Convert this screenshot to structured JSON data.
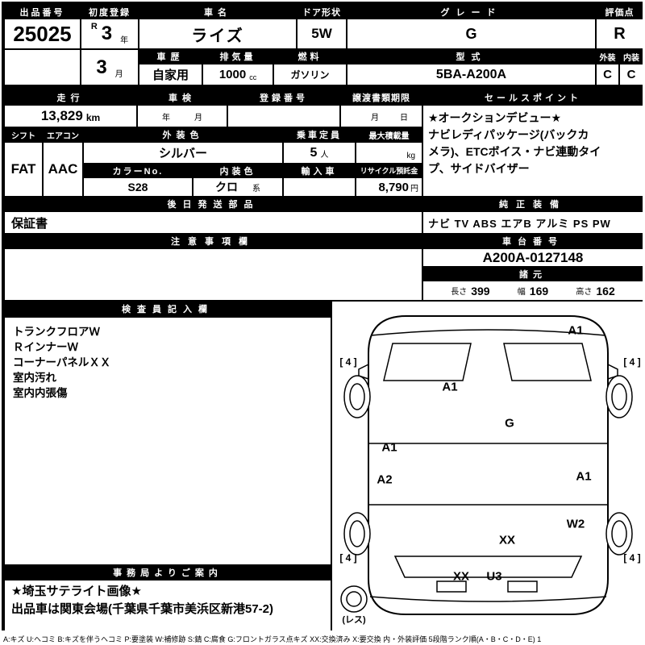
{
  "top": {
    "lot_label": "出品番号",
    "lot": "25025",
    "first_reg_label": "初度登録",
    "era": "R",
    "year": "3",
    "year_unit": "年",
    "month": "3",
    "month_unit": "月",
    "name_label": "車名",
    "name": "ライズ",
    "door_label": "ドア形状",
    "door": "5W",
    "grade_label": "グレード",
    "grade": "G",
    "score_label": "評価点",
    "score": "R",
    "history_label": "車歴",
    "history": "自家用",
    "disp_label": "排気量",
    "disp": "1000",
    "disp_unit": "cc",
    "fuel_label": "燃料",
    "fuel": "ガソリン",
    "model_label": "型式",
    "model": "5BA-A200A",
    "ext_label": "外装",
    "int_label": "内装",
    "ext_score": "C",
    "int_score": "C"
  },
  "mid": {
    "mileage_label": "走行",
    "mileage": "13,829",
    "mileage_unit": "km",
    "shaken_label": "車検",
    "shaken_year": "年",
    "shaken_month": "月",
    "regno_label": "登録番号",
    "transfer_label": "譲渡書類期限",
    "transfer_month": "月",
    "transfer_day": "日",
    "sales_label": "セールスポイント",
    "sales_lines": [
      "★オークションデビュー★",
      "ナビレディパッケージ(バックカ",
      "メラ)、ETCボイス・ナビ連動タイ",
      "プ、サイドバイザー"
    ],
    "shift_label": "シフト",
    "shift": "FAT",
    "ac_label": "エアコン",
    "ac": "AAC",
    "ext_color_label": "外装色",
    "ext_color": "シルバー",
    "capacity_label": "乗車定員",
    "capacity": "5",
    "capacity_unit": "人",
    "maxload_label": "最大積載量",
    "maxload_unit": "kg",
    "colorno_label": "カラーNo.",
    "colorno": "S28",
    "int_color_label": "内装色",
    "int_color": "クロ",
    "int_color_suffix": "系",
    "import_label": "輸入車",
    "recycle_label": "リサイクル預託金",
    "recycle": "8,790",
    "recycle_unit": "円"
  },
  "parts": {
    "label": "後日発送部品",
    "value": "保証書"
  },
  "equipment": {
    "label": "純正装備",
    "value": "ナビ TV ABS エアB アルミ PS PW"
  },
  "caution": {
    "label": "注意事項欄"
  },
  "chassis": {
    "label": "車台番号",
    "value": "A200A-0127148"
  },
  "specs": {
    "label": "諸元",
    "len_label": "長さ",
    "len": "399",
    "wid_label": "幅",
    "wid": "169",
    "hgt_label": "高さ",
    "hgt": "162"
  },
  "inspector": {
    "label": "検査員記入欄",
    "notes": [
      "トランクフロアＷ",
      "ＲインナーＷ",
      "コーナーパネルＸＸ",
      "室内汚れ",
      "室内内張傷"
    ]
  },
  "office": {
    "label": "事務局よりご案内",
    "lines": [
      "★埼玉サテライト画像★",
      "出品車は関東会場(千葉県千葉市美浜区新港57-2)"
    ]
  },
  "diagram": {
    "marks": [
      {
        "code": "A1"
      },
      {
        "code": "A1"
      },
      {
        "code": "G"
      },
      {
        "code": "A1"
      },
      {
        "code": "A2"
      },
      {
        "code": "A1"
      },
      {
        "code": "W2"
      },
      {
        "code": "XX"
      },
      {
        "code": "XX"
      },
      {
        "code": "U3"
      }
    ],
    "tires": [
      "[ 4 ]",
      "[ 4 ]",
      "[ 4 ]",
      "[ 4 ]"
    ],
    "spare": "(レス)"
  },
  "legend": "A:キズ U:ヘコミ B:キズを伴うヘコミ P:要塗装 W:補修跡 S:錆 C:腐食 G:フロントガラス点キズ XX:交換済み X:要交換 内・外装評価 5段階ランク順(A・B・C・D・E) 1"
}
